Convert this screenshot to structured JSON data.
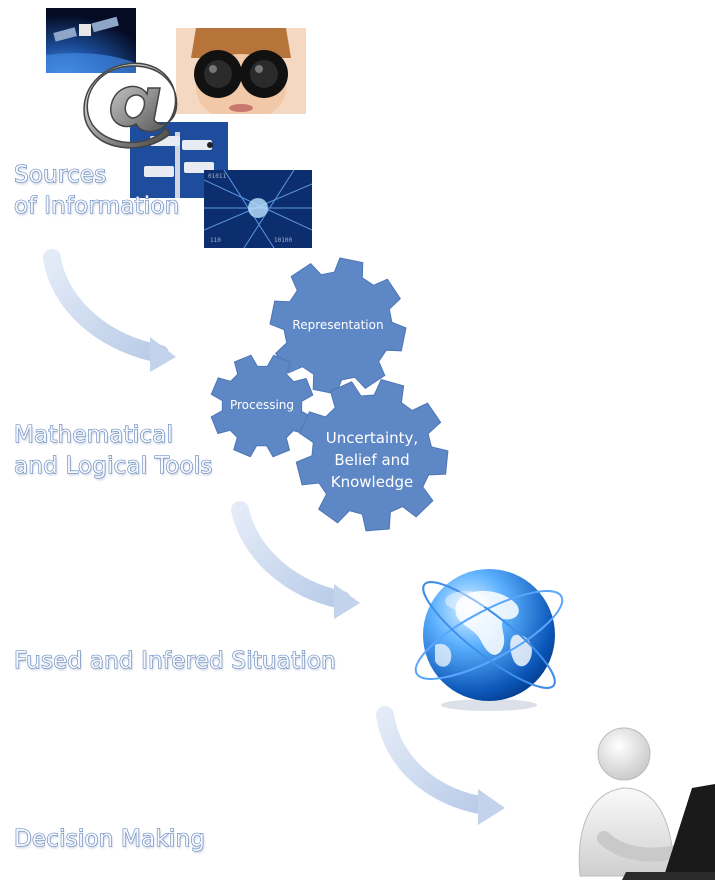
{
  "stages": {
    "sources": {
      "line1": "Sources",
      "line2": "of Information"
    },
    "tools": {
      "line1": "Mathematical",
      "line2": "and Logical Tools"
    },
    "situation": {
      "line1": "Fused and Infered Situation"
    },
    "decision": {
      "line1": "Decision Making"
    }
  },
  "gears": {
    "representation": "Representation",
    "processing": "Processing",
    "uncertainty": {
      "line1": "Uncertainty,",
      "line2": "Belief and",
      "line3": "Knowledge"
    }
  },
  "colors": {
    "gear": "#5e87c6",
    "arrow": "#c9d7ee",
    "label_outline": "#4f77b4"
  },
  "icons": [
    "satellite-image",
    "at-sign-image",
    "binoculars-image",
    "cctv-camera-image",
    "digital-network-image",
    "globe-image",
    "person-laptop-image"
  ]
}
